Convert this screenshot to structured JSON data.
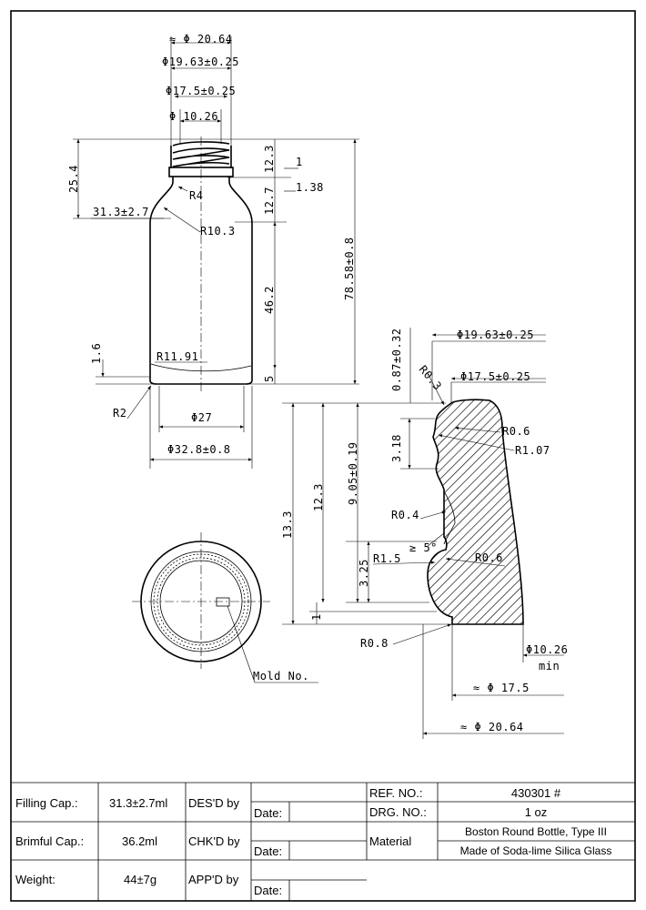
{
  "dims": {
    "top_d1": "≈ Φ 20.64",
    "top_d2": "Φ19.63±0.25",
    "top_d3": "Φ17.5±0.25",
    "top_d4": "Φ 10.26",
    "h_25_4": "25.4",
    "cap": "31.3±2.7",
    "r4": "R4",
    "r10_3": "R10.3",
    "h_12_3": "12.3",
    "h_12_7": "12.7",
    "h_1": "1",
    "h_1_38": "1.38",
    "h_78": "78.58±0.8",
    "h_46_2": "46.2",
    "h_5": "5",
    "h_1_6": "1.6",
    "r11_91": "R11.91",
    "r2": "R2",
    "d27": "Φ27",
    "d32": "Φ32.8±0.8",
    "mold": "Mold No.",
    "n_087": "0.87±0.32",
    "r0_3": "R0.3",
    "n_d1963": "Φ19.63±0.25",
    "n_d175": "Φ17.5±0.25",
    "n_r06a": "R0.6",
    "n_r107": "R1.07",
    "n_318": "3.18",
    "n_905": "9.05±0.19",
    "n_123": "12.3",
    "n_133": "13.3",
    "n_r04": "R0.4",
    "n_5deg": "≥ 5°",
    "n_r15": "R1.5",
    "n_r06b": "R0.6",
    "n_325": "3.25",
    "n_1": "1",
    "n_r08": "R0.8",
    "n_d1026": "Φ10.26",
    "n_min": "min",
    "n_d175b": "≈ Φ 17.5",
    "n_d2064": "≈ Φ 20.64"
  },
  "table": {
    "filling_label": "Filling Cap.:",
    "filling_value": "31.3±2.7ml",
    "brimful_label": "Brimful Cap.:",
    "brimful_value": "36.2ml",
    "weight_label": "Weight:",
    "weight_value": "44±7g",
    "des_label": "DES'D by",
    "chk_label": "CHK'D by",
    "app_label": "APP'D by",
    "date1": "Date:",
    "date2": "Date:",
    "date3": "Date:",
    "ref_label": "REF. NO.:",
    "ref_value": "430301 #",
    "drg_label": "DRG. NO.:",
    "drg_value": "1 oz",
    "material_label": "Material",
    "material_value1": "Boston Round Bottle, Type III",
    "material_value2": "Made of Soda-lime Silica Glass"
  }
}
